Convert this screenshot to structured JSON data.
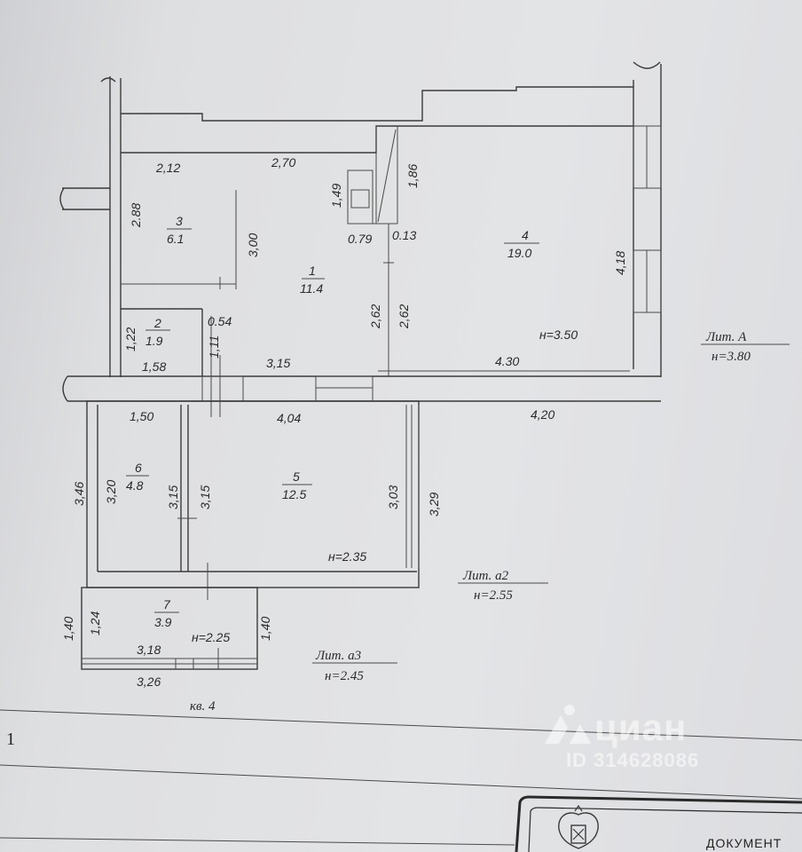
{
  "rooms": [
    {
      "num": "1",
      "area": "11.4"
    },
    {
      "num": "2",
      "area": "1.9"
    },
    {
      "num": "3",
      "area": "6.1"
    },
    {
      "num": "4",
      "area": "19.0"
    },
    {
      "num": "5",
      "area": "12.5"
    },
    {
      "num": "6",
      "area": "4.8"
    },
    {
      "num": "7",
      "area": "3.9"
    }
  ],
  "dims": {
    "d212": "2,12",
    "d270": "2,70",
    "d288": "2.88",
    "d300": "3,00",
    "d149": "1,49",
    "d186": "1,86",
    "d079": "0.79",
    "d013": "0.13",
    "d262a": "2,62",
    "d262b": "2,62",
    "d418": "4,18",
    "d122": "1,22",
    "d054": "0.54",
    "d111": "1,11",
    "d158": "1,58",
    "d315": "3,15",
    "d430": "4.30",
    "d150": "1,50",
    "d404": "4,04",
    "d420": "4,20",
    "d346": "3,46",
    "d320": "3,20",
    "d315a": "3,15",
    "d315b": "3,15",
    "d303": "3,03",
    "d329": "3,29",
    "d140a": "1,40",
    "d124": "1,24",
    "d140b": "1,40",
    "d318": "3,18",
    "d326": "3,26"
  },
  "heights": {
    "h350": "н=3.50",
    "h235": "н=2.35",
    "h225": "н=2.25"
  },
  "liters": [
    {
      "name": "Лит. А",
      "height": "н=3.80"
    },
    {
      "name": "Лит. а2",
      "height": "н=2.55"
    },
    {
      "name": "Лит. а3",
      "height": "н=2.45"
    }
  ],
  "apartment_label": "кв. 4",
  "page_number": "1",
  "watermark": {
    "brand": "циан",
    "id": "ID 314628086"
  },
  "document_label": "ДОКУМЕНТ"
}
